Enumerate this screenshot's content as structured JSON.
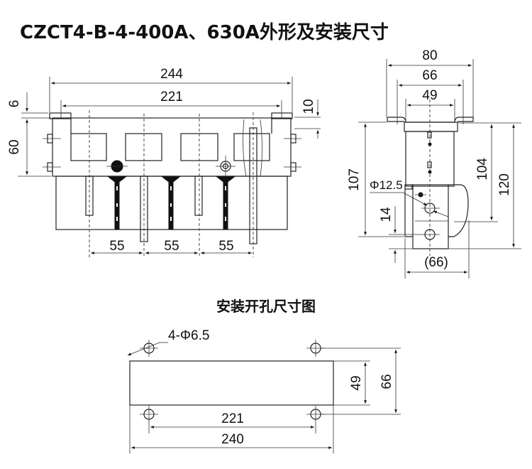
{
  "title": "CZCT4-B-4-400A、630A外形及安装尺寸",
  "front_view": {
    "dim_overall_width": "244",
    "dim_mount_width": "221",
    "dim_flange": "6",
    "dim_height": "60",
    "dim_right": "10",
    "dim_pitch": [
      "55",
      "55",
      "55"
    ]
  },
  "side_view": {
    "dim_80": "80",
    "dim_66": "66",
    "dim_49": "49",
    "dim_107": "107",
    "dim_104": "104",
    "dim_120": "120",
    "dim_hole": "Φ12.5",
    "dim_14": "14",
    "dim_66_ref": "(66)"
  },
  "mounting": {
    "heading": "安装开孔尺寸图",
    "holes_label": "4-Φ6.5",
    "dim_49": "49",
    "dim_66": "66",
    "dim_221": "221",
    "dim_240": "240"
  }
}
